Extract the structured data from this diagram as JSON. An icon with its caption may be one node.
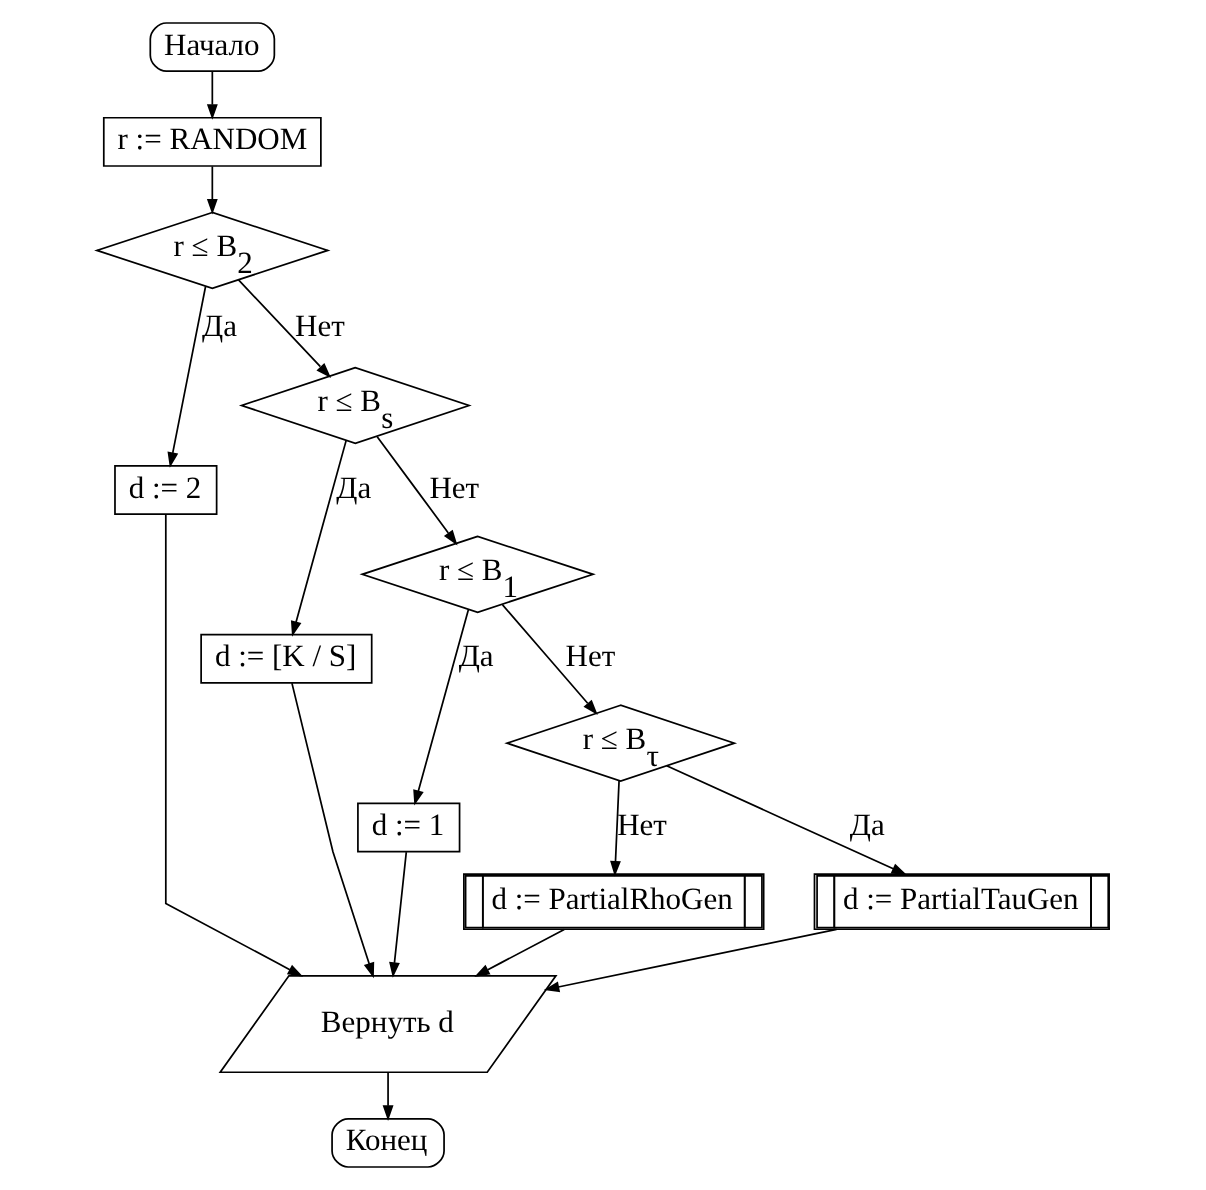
{
  "diagram": {
    "nodes": [
      {
        "text": [
          "Начало"
        ]
      },
      {
        "text": [
          "r := RANDOM"
        ]
      },
      {
        "text": [
          "r ≤ B$_{2}$"
        ]
      },
      {
        "text": [
          "d := 2"
        ]
      },
      {
        "text": [
          "r ≤ B$_{s}$"
        ]
      },
      {
        "text": [
          "d := [K / S]"
        ]
      },
      {
        "text": [
          "r ≤ B$_{1}$"
        ]
      },
      {
        "text": [
          "d := 1"
        ]
      },
      {
        "text": [
          "r ≤ B$_{τ}$"
        ]
      },
      {
        "text": [
          "d := PartialRhoGen"
        ]
      },
      {
        "text": [
          "d := PartialTauGen"
        ]
      },
      {
        "text": [
          "Вернуть d"
        ]
      },
      {
        "text": [
          "Конец"
        ]
      }
    ],
    "edges": [
      {
        "from": 0,
        "to": 1,
        "arrow": "to"
      },
      {
        "from": 1,
        "to": 2,
        "arrow": "to"
      },
      {
        "from": 2,
        "to": 3,
        "arrow": "to",
        "label": "Да"
      },
      {
        "from": 2,
        "to": 4,
        "arrow": "to",
        "label": "Нет"
      },
      {
        "from": 4,
        "to": 5,
        "arrow": "to",
        "label": "Да"
      },
      {
        "from": 4,
        "to": 6,
        "arrow": "to",
        "label": "Нет"
      },
      {
        "from": 6,
        "to": 7,
        "arrow": "to",
        "label": "Да"
      },
      {
        "from": 6,
        "to": 8,
        "arrow": "to",
        "label": "Нет"
      },
      {
        "from": 8,
        "to": 9,
        "arrow": "to",
        "label": "Нет"
      },
      {
        "from": 8,
        "to": 10,
        "arrow": "to",
        "label": "Да"
      },
      {
        "from": 3,
        "to": 11,
        "arrow": "to"
      },
      {
        "from": 5,
        "to": 11,
        "arrow": "to"
      },
      {
        "from": 7,
        "to": 11,
        "arrow": "to"
      },
      {
        "from": 9,
        "to": 11,
        "arrow": "to"
      },
      {
        "from": 10,
        "to": 11,
        "arrow": "to"
      },
      {
        "from": 11,
        "to": 12,
        "arrow": "to"
      }
    ]
  }
}
